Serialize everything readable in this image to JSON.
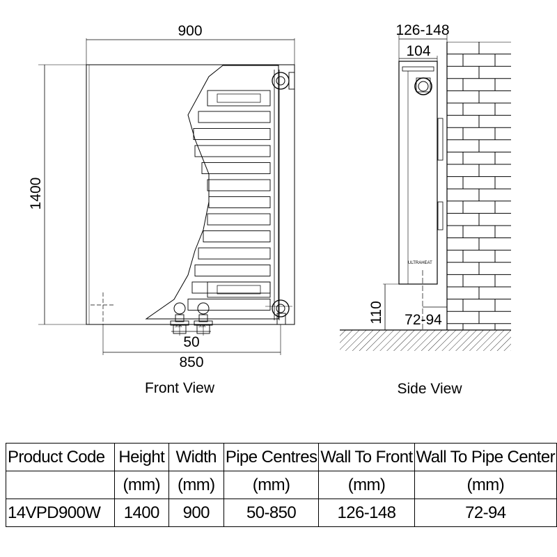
{
  "front_view": {
    "caption": "Front View",
    "dim_width": "900",
    "dim_height": "1400",
    "dim_pipe_min": "50",
    "dim_pipe_max": "850",
    "valve_label_left": "50X",
    "valve_label_right": "50X"
  },
  "side_view": {
    "caption": "Side View",
    "dim_wall_to_front": "126-148",
    "dim_depth": "104",
    "dim_floor_height": "110",
    "dim_wall_to_pipe": "72-94",
    "brand_label": "ULTRAHEAT"
  },
  "table": {
    "header": [
      "Product Code",
      "Height",
      "Width",
      "Pipe Centres",
      "Wall To Front",
      "Wall To Pipe Center"
    ],
    "units": [
      "",
      "(mm)",
      "(mm)",
      "(mm)",
      "(mm)",
      "(mm)"
    ],
    "rows": [
      [
        "14VPD900W",
        "1400",
        "900",
        "50-850",
        "126-148",
        "72-94"
      ]
    ]
  }
}
